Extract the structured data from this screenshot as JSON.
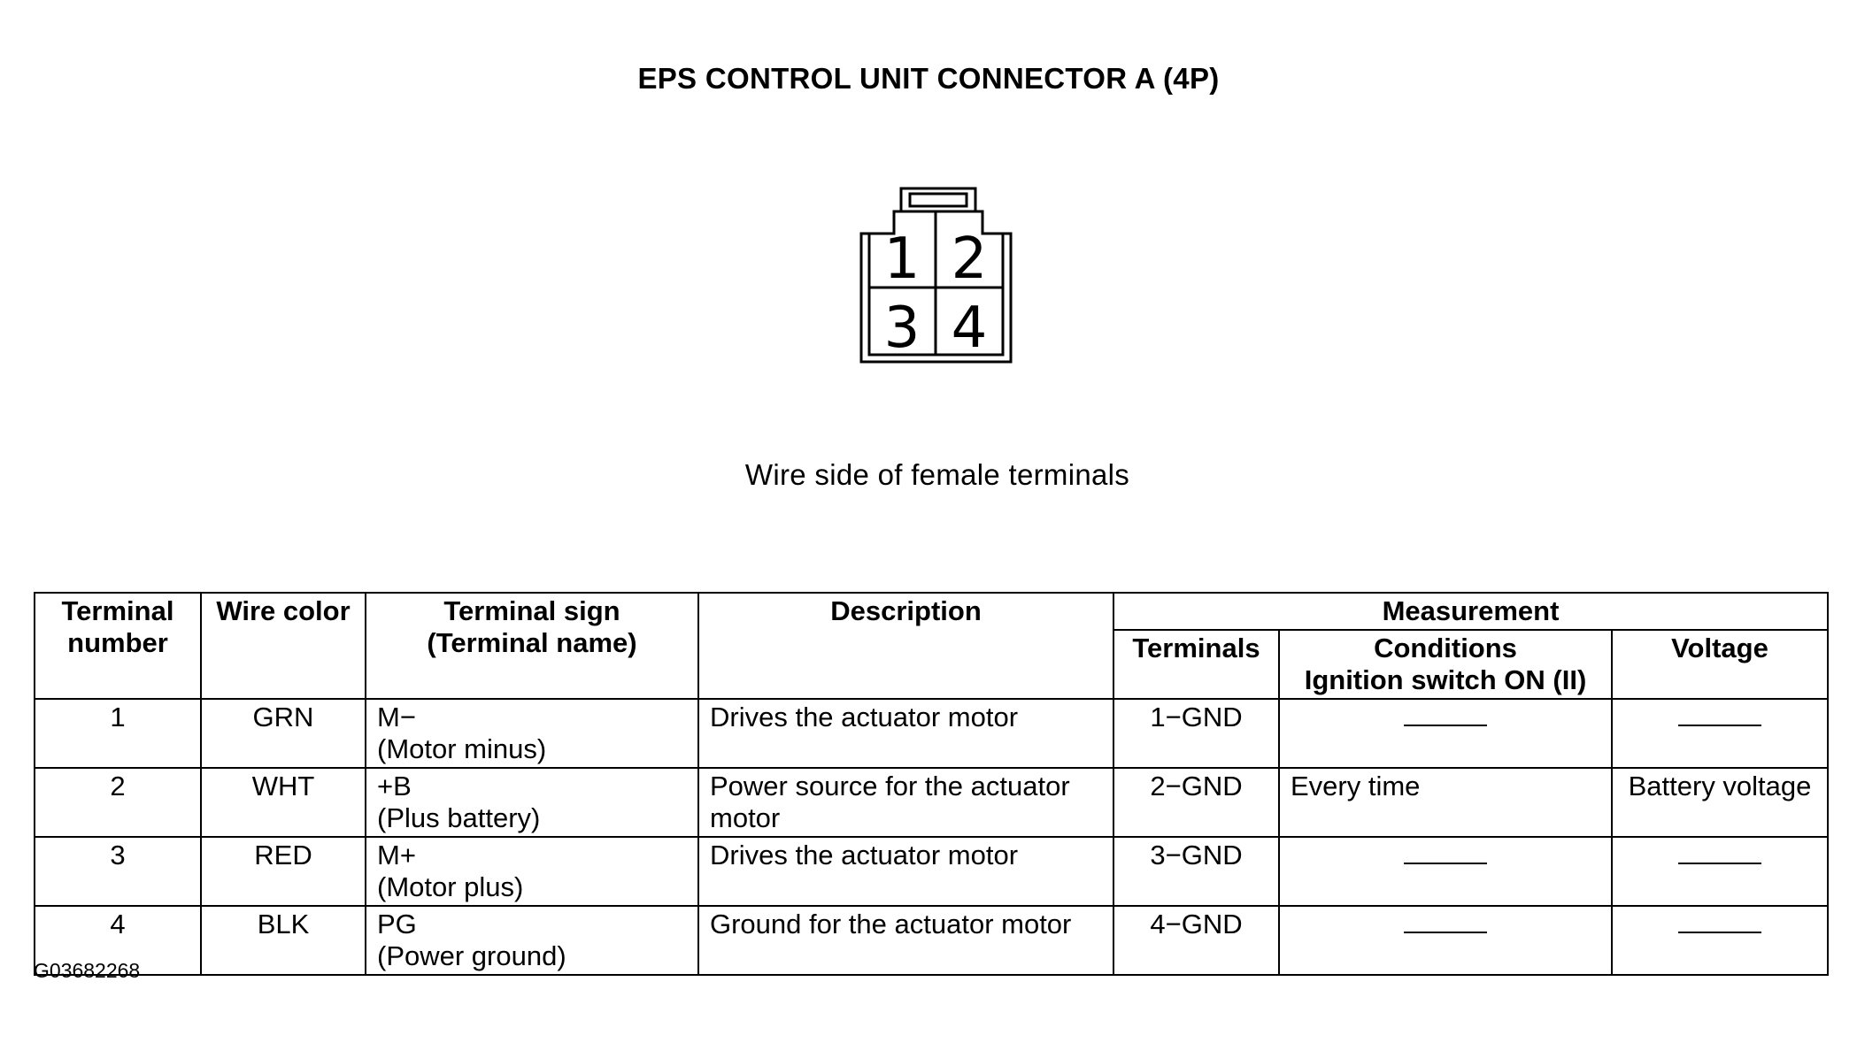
{
  "title": "EPS CONTROL UNIT CONNECTOR A (4P)",
  "connector": {
    "pins": [
      "1",
      "2",
      "3",
      "4"
    ]
  },
  "caption": "Wire side of female terminals",
  "table": {
    "headers": {
      "terminal_number": "Terminal number",
      "wire_color": "Wire color",
      "terminal_sign": "Terminal sign",
      "terminal_name": "(Terminal name)",
      "description": "Description",
      "measurement": "Measurement",
      "terminals": "Terminals",
      "conditions": "Conditions",
      "conditions_sub": "Ignition switch ON (II)",
      "voltage": "Voltage"
    },
    "rows": [
      {
        "number": "1",
        "color": "GRN",
        "sign": "M−",
        "name": "(Motor minus)",
        "description": "Drives the actuator motor",
        "terminals": "1−GND",
        "conditions": "",
        "voltage": ""
      },
      {
        "number": "2",
        "color": "WHT",
        "sign": "+B",
        "name": "(Plus battery)",
        "description": "Power source for the actuator motor",
        "terminals": "2−GND",
        "conditions": "Every time",
        "voltage": "Battery voltage"
      },
      {
        "number": "3",
        "color": "RED",
        "sign": "M+",
        "name": "(Motor plus)",
        "description": "Drives the actuator motor",
        "terminals": "3−GND",
        "conditions": "",
        "voltage": ""
      },
      {
        "number": "4",
        "color": "BLK",
        "sign": "PG",
        "name": "(Power ground)",
        "description": "Ground for the actuator motor",
        "terminals": "4−GND",
        "conditions": "",
        "voltage": ""
      }
    ]
  },
  "figure_id": "G03682268"
}
